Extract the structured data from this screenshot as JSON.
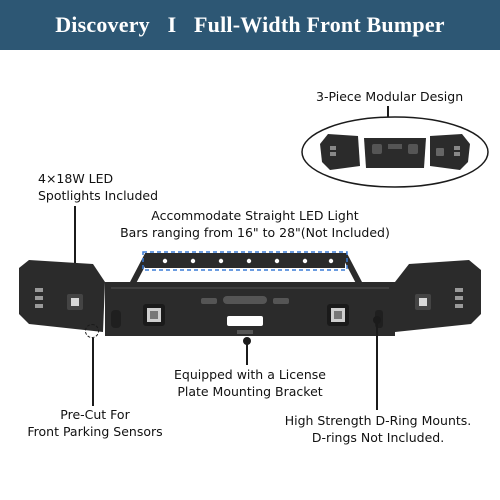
{
  "banner": {
    "brand": "Discovery",
    "separator": "I",
    "title": "Full-Width Front Bumper",
    "background_color": "#2d5774"
  },
  "callouts": {
    "modular_design": "3-Piece Modular Design",
    "led_spotlights": [
      "4×18W LED",
      "Spotlights Included"
    ],
    "light_bar": [
      "Accommodate Straight LED Light",
      "Bars ranging from 16\" to 28\"(Not Included)"
    ],
    "license_plate": [
      "Equipped with a License",
      "Plate Mounting Bracket"
    ],
    "parking_sensors": [
      "Pre-Cut For",
      "Front Parking Sensors"
    ],
    "d_ring": [
      "High Strength D-Ring Mounts.",
      "D-rings Not Included."
    ]
  },
  "colors": {
    "bumper": "#2b2b2b",
    "highlight_dashes": "#3a7bd5"
  }
}
